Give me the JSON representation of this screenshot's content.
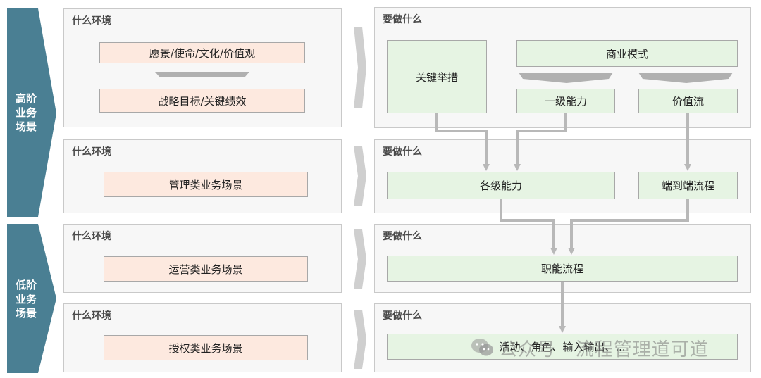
{
  "left_labels": {
    "high": "高阶\n业务\n场景",
    "low": "低阶\n业务\n场景"
  },
  "env_title": "什么环境",
  "todo_title": "要做什么",
  "env_panels": {
    "p1": {
      "box1": "愿景/使命/文化/价值观",
      "box2": "战略目标/关键绩效"
    },
    "p2": {
      "box": "管理类业务场景"
    },
    "p3": {
      "box": "运营类业务场景"
    },
    "p4": {
      "box": "授权类业务场景"
    }
  },
  "todo_panels": {
    "p1": {
      "key_measures": "关键举措",
      "business_model": "商业模式",
      "level1_capability": "一级能力",
      "value_stream": "价值流"
    },
    "p2": {
      "capabilities": "各级能力",
      "e2e_process": "端到端流程"
    },
    "p3": {
      "functional_process": "职能流程"
    },
    "p4": {
      "activities": "活动、角色、输入输出、..."
    }
  },
  "watermark": "公众号 · 流程管理道可道",
  "colors": {
    "side_blue": "#4a7f93",
    "env_box_fill": "#fde9df",
    "todo_box_fill": "#e6f4e3",
    "arrow_gray": "#b8b8b8",
    "chevron_gray": "#cfcfcf"
  },
  "icons": [
    "wechat-icon"
  ]
}
